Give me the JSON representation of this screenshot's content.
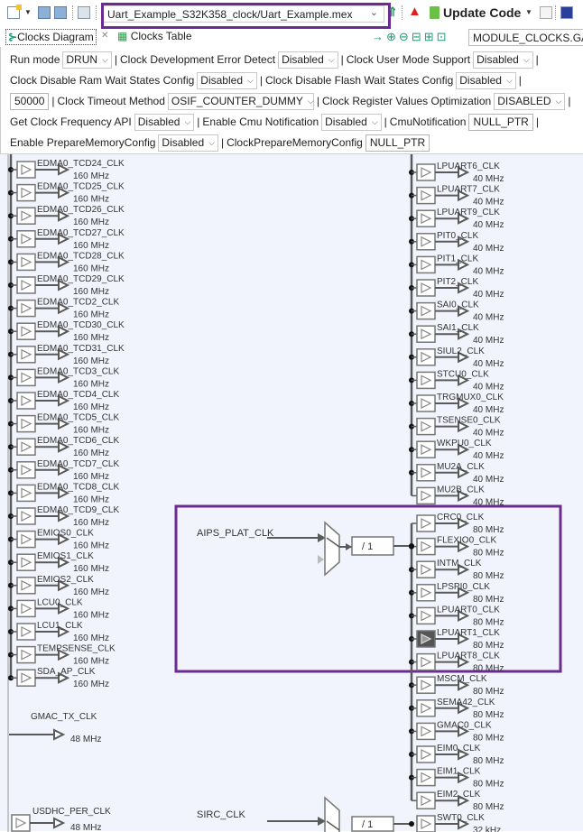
{
  "toolbar": {
    "file_path": "Uart_Example_S32K358_clock/Uart_Example.mex",
    "update_code_label": "Update Code",
    "icons": [
      "new-icon",
      "dropdown-icon",
      "save-icon",
      "save-all-icon",
      "build-icon",
      "home-icon",
      "warning-icon",
      "update-code-icon",
      "dropdown-icon",
      "doc-icon",
      "chip-icon"
    ]
  },
  "tabs": [
    {
      "label": "Clocks Diagram",
      "icon": "diagram-icon",
      "active": true
    },
    {
      "label": "Clocks Table",
      "icon": "table-icon",
      "active": false
    }
  ],
  "view_controls": {
    "icons": [
      "arrow-right-icon",
      "zoom-in-icon",
      "zoom-out-icon",
      "fit-width-icon",
      "fit-height-icon",
      "fit-page-icon"
    ],
    "module_field": "MODULE_CLOCKS.GATE"
  },
  "config": {
    "run_mode_label": "Run mode",
    "run_mode_value": "DRUN",
    "dev_error_detect_label": "Clock Development Error Detect",
    "dev_error_detect_value": "Disabled",
    "user_mode_support_label": "Clock User Mode Support",
    "user_mode_support_value": "Disabled",
    "ram_wait_label": "Clock Disable Ram Wait States Config",
    "ram_wait_value": "Disabled",
    "flash_wait_label": "Clock Disable Flash Wait States Config",
    "flash_wait_value": "Disabled",
    "loops_value": "50000",
    "timeout_method_label": "Clock Timeout Method",
    "timeout_method_value": "OSIF_COUNTER_DUMMY",
    "reg_opt_label": "Clock Register Values Optimization",
    "reg_opt_value": "DISABLED",
    "get_freq_label": "Get Clock Frequency API",
    "get_freq_value": "Disabled",
    "cmu_notif_enable_label": "Enable Cmu Notification",
    "cmu_notif_enable_value": "Disabled",
    "cmu_notif_label": "CmuNotification",
    "cmu_notif_value": "NULL_PTR",
    "prep_mem_label": "Enable PrepareMemoryConfig",
    "prep_mem_value": "Disabled",
    "clk_prep_mem_label": "ClockPrepareMemoryConfig",
    "clk_prep_mem_value": "NULL_PTR",
    "separator": "|"
  },
  "diagram": {
    "left_gates": [
      {
        "name": "EDMA0_TCD24_CLK",
        "freq": "160 MHz"
      },
      {
        "name": "EDMA0_TCD25_CLK",
        "freq": "160 MHz"
      },
      {
        "name": "EDMA0_TCD26_CLK",
        "freq": "160 MHz"
      },
      {
        "name": "EDMA0_TCD27_CLK",
        "freq": "160 MHz"
      },
      {
        "name": "EDMA0_TCD28_CLK",
        "freq": "160 MHz"
      },
      {
        "name": "EDMA0_TCD29_CLK",
        "freq": "160 MHz"
      },
      {
        "name": "EDMA0_TCD2_CLK",
        "freq": "160 MHz"
      },
      {
        "name": "EDMA0_TCD30_CLK",
        "freq": "160 MHz"
      },
      {
        "name": "EDMA0_TCD31_CLK",
        "freq": "160 MHz"
      },
      {
        "name": "EDMA0_TCD3_CLK",
        "freq": "160 MHz"
      },
      {
        "name": "EDMA0_TCD4_CLK",
        "freq": "160 MHz"
      },
      {
        "name": "EDMA0_TCD5_CLK",
        "freq": "160 MHz"
      },
      {
        "name": "EDMA0_TCD6_CLK",
        "freq": "160 MHz"
      },
      {
        "name": "EDMA0_TCD7_CLK",
        "freq": "160 MHz"
      },
      {
        "name": "EDMA0_TCD8_CLK",
        "freq": "160 MHz"
      },
      {
        "name": "EDMA0_TCD9_CLK",
        "freq": "160 MHz"
      },
      {
        "name": "EMIOS0_CLK",
        "freq": "160 MHz"
      },
      {
        "name": "EMIOS1_CLK",
        "freq": "160 MHz"
      },
      {
        "name": "EMIOS2_CLK",
        "freq": "160 MHz"
      },
      {
        "name": "LCU0_CLK",
        "freq": "160 MHz"
      },
      {
        "name": "LCU1_CLK",
        "freq": "160 MHz"
      },
      {
        "name": "TEMPSENSE_CLK",
        "freq": "160 MHz"
      },
      {
        "name": "SDA_AP_CLK",
        "freq": "160 MHz"
      }
    ],
    "gmac_tx": {
      "name": "GMAC_TX_CLK",
      "freq": "48 MHz"
    },
    "usdhc": {
      "name": "USDHC_PER_CLK",
      "freq": "48 MHz"
    },
    "right_gates_40": [
      {
        "name": "LPUART6_CLK",
        "freq": "40 MHz"
      },
      {
        "name": "LPUART7_CLK",
        "freq": "40 MHz"
      },
      {
        "name": "LPUART9_CLK",
        "freq": "40 MHz"
      },
      {
        "name": "PIT0_CLK",
        "freq": "40 MHz"
      },
      {
        "name": "PIT1_CLK",
        "freq": "40 MHz"
      },
      {
        "name": "PIT2_CLK",
        "freq": "40 MHz"
      },
      {
        "name": "SAI0_CLK",
        "freq": "40 MHz"
      },
      {
        "name": "SAI1_CLK",
        "freq": "40 MHz"
      },
      {
        "name": "SIUL2_CLK",
        "freq": "40 MHz"
      },
      {
        "name": "STCU0_CLK",
        "freq": "40 MHz"
      },
      {
        "name": "TRGMUX0_CLK",
        "freq": "40 MHz"
      },
      {
        "name": "TSENSE0_CLK",
        "freq": "40 MHz"
      },
      {
        "name": "WKPU0_CLK",
        "freq": "40 MHz"
      },
      {
        "name": "MU2A_CLK",
        "freq": "40 MHz"
      },
      {
        "name": "MU2B_CLK",
        "freq": "40 MHz"
      }
    ],
    "right_gates_80": [
      {
        "name": "CRC0_CLK",
        "freq": "80 MHz"
      },
      {
        "name": "FLEXIO0_CLK",
        "freq": "80 MHz"
      },
      {
        "name": "INTM_CLK",
        "freq": "80 MHz"
      },
      {
        "name": "LPSPI0_CLK",
        "freq": "80 MHz"
      },
      {
        "name": "LPUART0_CLK",
        "freq": "80 MHz"
      },
      {
        "name": "LPUART1_CLK",
        "freq": "80 MHz",
        "selected": true
      },
      {
        "name": "LPUART8_CLK",
        "freq": "80 MHz"
      },
      {
        "name": "MSCM_CLK",
        "freq": "80 MHz"
      },
      {
        "name": "SEMA42_CLK",
        "freq": "80 MHz"
      },
      {
        "name": "GMAC0_CLK",
        "freq": "80 MHz"
      },
      {
        "name": "EIM0_CLK",
        "freq": "80 MHz"
      },
      {
        "name": "EIM1_CLK",
        "freq": "80 MHz"
      },
      {
        "name": "EIM2_CLK",
        "freq": "80 MHz"
      }
    ],
    "swt0": {
      "name": "SWT0_CLK",
      "freq": "32 kHz"
    },
    "aips_source": "AIPS_PLAT_CLK",
    "aips_divider": "/ 1",
    "sirc_source": "SIRC_CLK",
    "sirc_divider": "/ 1",
    "highlight_color": "#6a2c91"
  }
}
